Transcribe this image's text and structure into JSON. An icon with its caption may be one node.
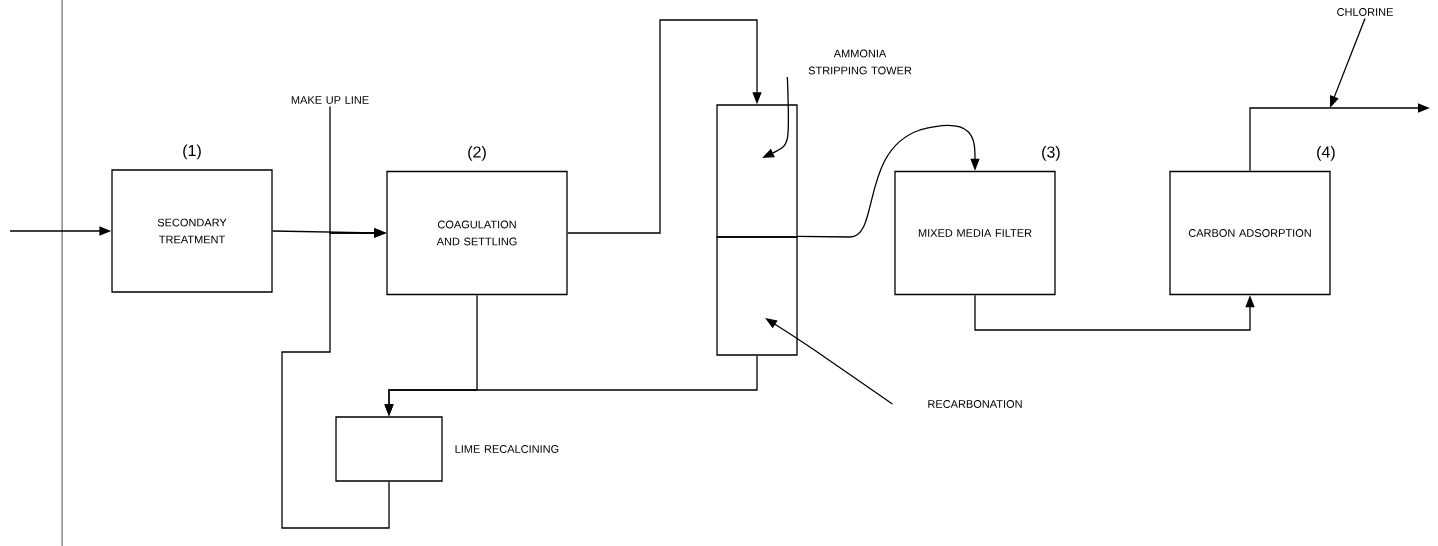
{
  "diagram": {
    "nodes": [
      {
        "text": [
          "SECONDARY TREATMENT"
        ],
        "beside": [
          "(1)"
        ]
      },
      {
        "text": [
          "MAKE UP LINE"
        ]
      },
      {
        "text": [
          "COAGULATION AND SETTLING"
        ],
        "beside": [
          "(2)"
        ]
      },
      {
        "text": [],
        "shape": "box"
      },
      {
        "text": [],
        "shape": "box"
      },
      {
        "text": [
          "AMMONIA STRIPPING TOWER"
        ]
      },
      {
        "text": [
          "RECARBONATION"
        ]
      },
      {
        "text": [
          "MIXED MEDIA FILTER"
        ],
        "beside": [
          "(3)"
        ]
      },
      {
        "text": [
          "CARBON ADSORPTION"
        ],
        "beside": [
          "(4)"
        ]
      },
      {
        "text": [
          "CHLORINE"
        ]
      },
      {
        "text": [
          "LIME RECALCINING"
        ]
      }
    ],
    "edges": [
      {
        "from": null,
        "to": 0,
        "arrow": "to"
      },
      {
        "from": 0,
        "to": 2,
        "arrow": "to"
      },
      {
        "from": 1,
        "to": 2,
        "arrow": "to"
      },
      {
        "from": 10,
        "to": 2,
        "arrow": "to"
      },
      {
        "from": 2,
        "to": 3,
        "arrow": "to"
      },
      {
        "from": 4,
        "to": 7,
        "arrow": "to"
      },
      {
        "from": 2,
        "to": 10,
        "arrow": "to"
      },
      {
        "from": 4,
        "to": 10,
        "arrow": "to"
      },
      {
        "from": 5,
        "to": 3,
        "arrow": "to"
      },
      {
        "from": 6,
        "to": 4,
        "arrow": "to"
      },
      {
        "from": 7,
        "to": 8,
        "arrow": "to"
      },
      {
        "from": 8,
        "to": null,
        "arrow": "to"
      },
      {
        "from": 9,
        "to": null,
        "arrow": "to"
      }
    ]
  }
}
